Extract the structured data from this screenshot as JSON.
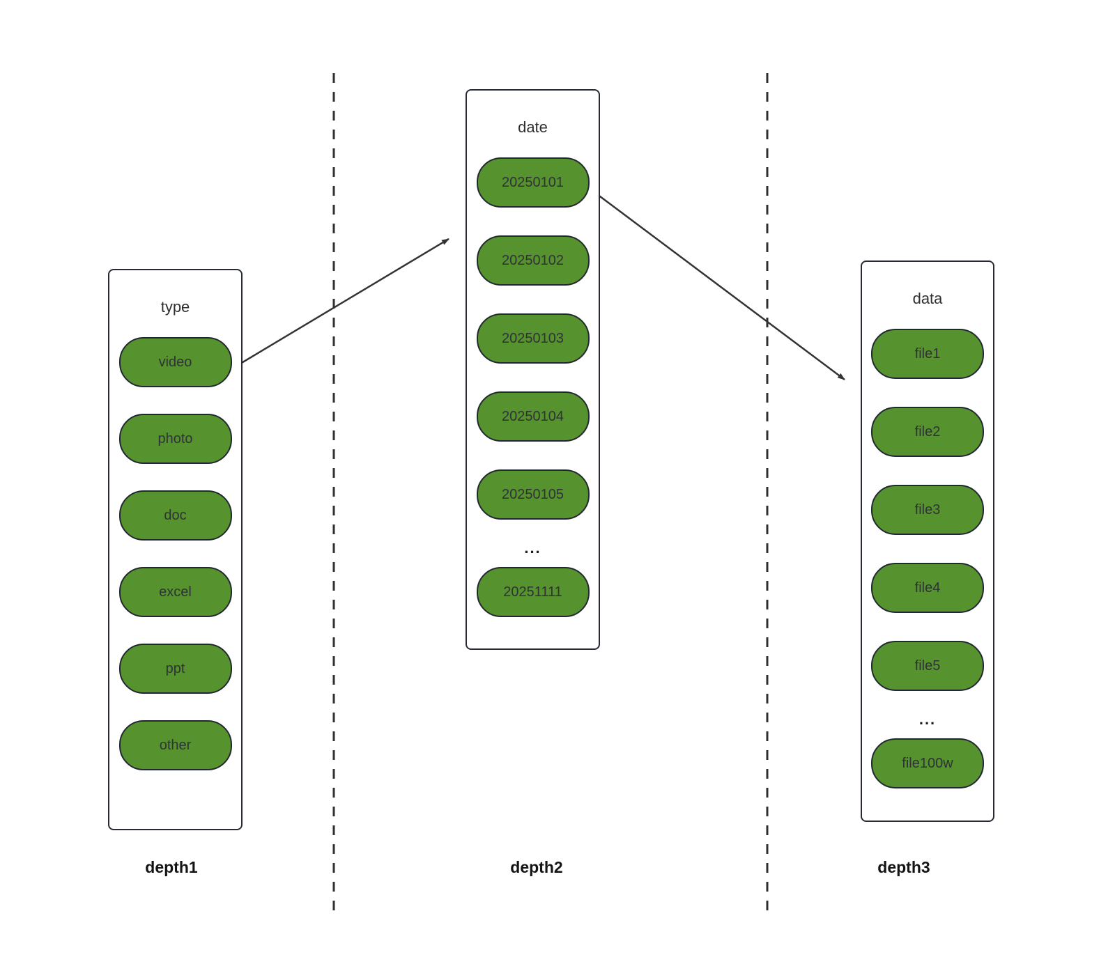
{
  "diagram_title": "hierarchical-file-directory-structure",
  "columns": [
    {
      "title": "type",
      "depth_label": "depth1",
      "items": [
        "video",
        "photo",
        "doc",
        "excel",
        "ppt",
        "other"
      ]
    },
    {
      "title": "date",
      "depth_label": "depth2",
      "items": [
        "20250101",
        "20250102",
        "20250103",
        "20250104",
        "20250105",
        "...",
        "20251111"
      ]
    },
    {
      "title": "data",
      "depth_label": "depth3",
      "items": [
        "file1",
        "file2",
        "file3",
        "file4",
        "file5",
        "...",
        "file100w"
      ]
    }
  ],
  "arrows": [
    {
      "from": "video",
      "to": "date"
    },
    {
      "from": "20250101",
      "to": "data"
    }
  ],
  "colors": {
    "pill_fill": "#56922e",
    "pill_border": "#222831",
    "pill_text": "#2f3338",
    "container_border": "#262b33",
    "line_color": "#333333",
    "background": "#ffffff"
  }
}
